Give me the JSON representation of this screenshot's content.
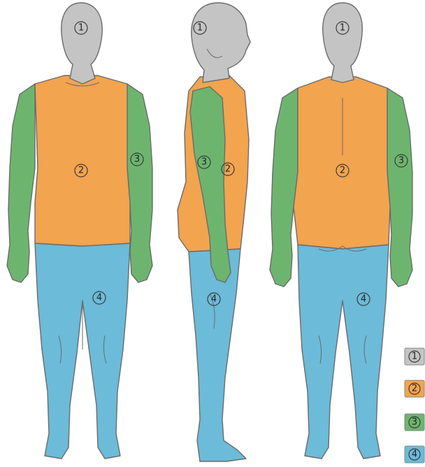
{
  "colors": {
    "head": "#c4c4c4",
    "trunk": "#f2a44f",
    "arms": "#6db56e",
    "legs": "#6bbbd9"
  },
  "regions": {
    "head": "1",
    "trunk": "2",
    "arms": "3",
    "legs": "4"
  },
  "legend": [
    {
      "label": "1",
      "color_key": "head"
    },
    {
      "label": "2",
      "color_key": "trunk"
    },
    {
      "label": "3",
      "color_key": "arms"
    },
    {
      "label": "4",
      "color_key": "legs"
    }
  ]
}
